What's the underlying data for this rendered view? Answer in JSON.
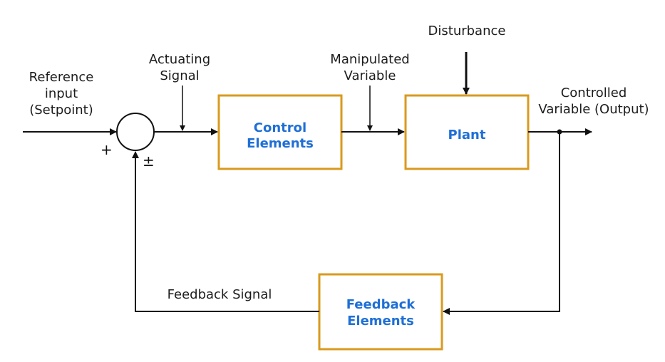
{
  "colors": {
    "box_border": "#d99a1e",
    "box_text": "#1f6fd6",
    "line": "#111111",
    "text": "#1c1c1c"
  },
  "blocks": {
    "control": {
      "line1": "Control",
      "line2": "Elements"
    },
    "plant": {
      "label": "Plant"
    },
    "feedback": {
      "line1": "Feedback",
      "line2": "Elements"
    }
  },
  "labels": {
    "reference_input": {
      "line1": "Reference",
      "line2": "input",
      "line3": "(Setpoint)"
    },
    "actuating_signal": {
      "line1": "Actuating",
      "line2": "Signal"
    },
    "manipulated_variable": {
      "line1": "Manipulated",
      "line2": "Variable"
    },
    "disturbance": "Disturbance",
    "controlled_variable": {
      "line1": "Controlled",
      "line2": "Variable (Output)"
    },
    "feedback_signal": "Feedback Signal"
  },
  "summing_junction": {
    "plus_sign": "+",
    "plus_minus_sign": "±"
  }
}
